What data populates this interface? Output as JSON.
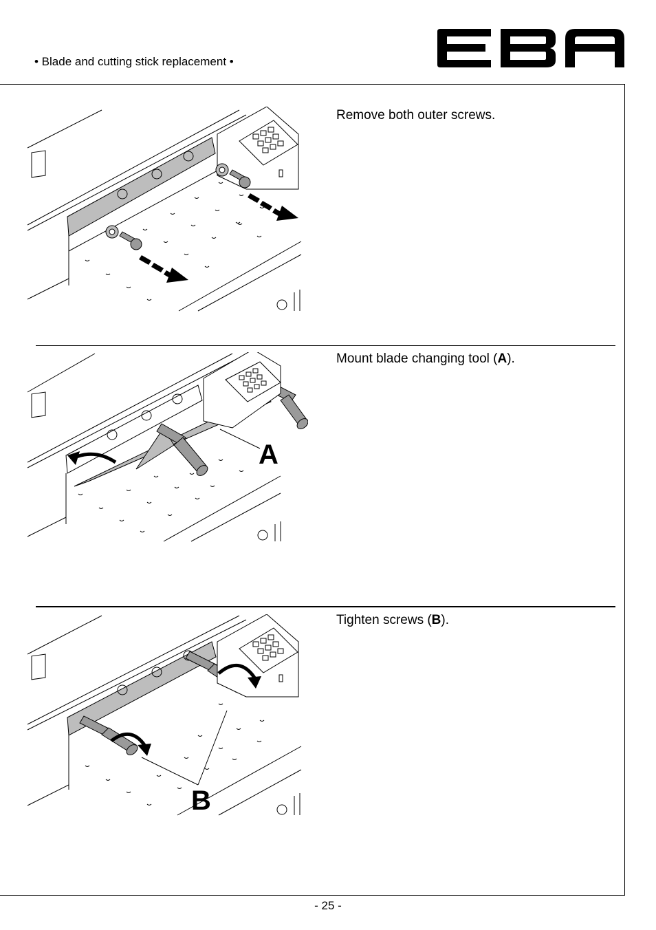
{
  "header": {
    "section_title": "• Blade and cutting stick replacement •",
    "logo_text": "EBA"
  },
  "steps": [
    {
      "text_before": "Remove both outer screws.",
      "bold": "",
      "text_after": ""
    },
    {
      "text_before": "Mount blade changing tool (",
      "bold": "A",
      "text_after": ")."
    },
    {
      "text_before": "Tighten screws (",
      "bold": "B",
      "text_after": ")."
    }
  ],
  "illustration_labels": {
    "tool": "A",
    "screws": "B"
  },
  "footer": {
    "page_number": "- 25 -"
  }
}
